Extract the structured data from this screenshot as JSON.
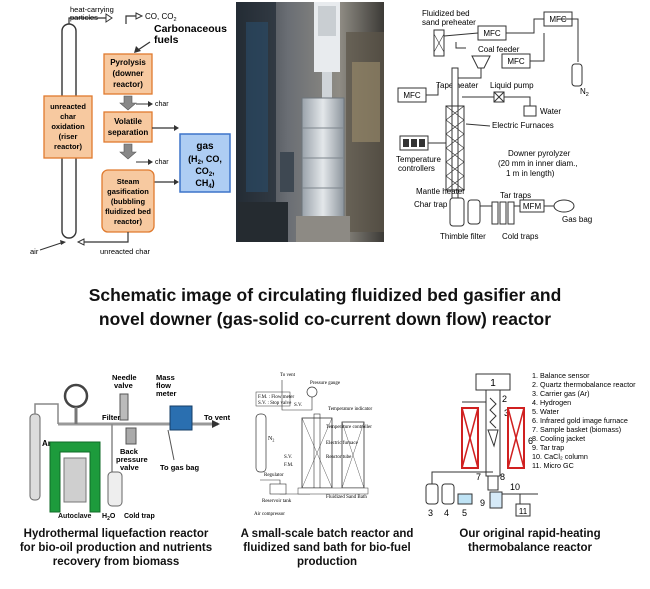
{
  "title": {
    "line1": "Schematic image of circulating fluidized bed gasifier and",
    "line2": "novel downer (gas-solid  co-current down flow) reactor"
  },
  "gasifier": {
    "heat_carrying": "heat-carrying",
    "particles": "particles",
    "co_co2": "CO, CO",
    "co2_sub": "2",
    "carbonaceous": "Carbonaceous",
    "fuels": "fuels",
    "pyrolysis": [
      "Pyrolysis",
      "(downer",
      "reactor)"
    ],
    "char": "char",
    "volatile": [
      "Volatile",
      "separation"
    ],
    "unreacted_box": [
      "unreacted",
      "char",
      "oxidation",
      "(riser",
      "reactor)"
    ],
    "gas": [
      "gas",
      "(H",
      "2",
      ", CO,",
      "CO",
      "2",
      ",",
      "CH",
      "4",
      ")"
    ],
    "steam": [
      "Steam",
      "gasification",
      "(bubbling",
      "fluidized bed",
      "reactor)"
    ],
    "air": "air",
    "unreacted_char": "unreacted char"
  },
  "downer": {
    "preheater": [
      "Fluidized bed",
      "sand preheater"
    ],
    "mfc": "MFC",
    "coal_feeder": "Coal feeder",
    "n2": "N",
    "n2_sub": "2",
    "tape_heater": "Tape heater",
    "liquid_pump": "Liquid pump",
    "water": "Water",
    "electric_furnaces": "Electric Furnaces",
    "temperature": "Temperature",
    "controllers": "controllers",
    "pyrolyzer": [
      "Downer pyrolyzer",
      "(20 mm in inner diam.,",
      "1 m in length)"
    ],
    "mantle_heater": "Mantle heater",
    "char_trap": "Char trap",
    "tar_traps": "Tar traps",
    "mfm": "MFM",
    "gas_bag": "Gas bag",
    "thimble_filter": "Thimble filter",
    "cold_traps": "Cold traps"
  },
  "hydrothermal": {
    "needle_valve": [
      "Needle",
      "valve"
    ],
    "mass_flow_meter": [
      "Mass",
      "flow",
      "meter"
    ],
    "to_vent": "To vent",
    "filter": "Filter",
    "ar": "Ar",
    "back_pressure_valve": [
      "Back",
      "pressure",
      "valve"
    ],
    "to_gas_bag": "To gas bag",
    "autoclave": "Autoclave",
    "h2o": "H",
    "h2o_sub": "2",
    "h2o_end": "O",
    "cold_trap": "Cold trap"
  },
  "batch": {
    "to_vent": "To vent",
    "pressure_gauge": "Pressure gauge",
    "fm": "F.M. : Flow meter",
    "sv": "S.V. : Stop valve",
    "sv_label": "S.V.",
    "fm_label": "F.M.",
    "n2": "N",
    "n2_sub": "2",
    "regulator": "Regulator",
    "temp_indicator": "Temperature indicator",
    "temp_controller": "Temperature controller",
    "electric_furnace": "Electric furnace",
    "reactor_tube": "Reactor tube",
    "reservoir_tank": "Reservoir tank",
    "air_compressor": "Air compressor",
    "fluidized_sand_bath": "Fluidized Sand Bath"
  },
  "thermobalance": {
    "legend": [
      "1. Balance sensor",
      "2. Quartz thermobalance reactor",
      "3. Carrier gas (Ar)",
      "4. Hydrogen",
      "5. Water",
      "6. Infrared gold image furnace",
      "7. Sample basket (biomass)",
      "8. Cooling jacket",
      "9. Tar trap",
      "10. CaCl₂ column",
      "11. Micro GC"
    ],
    "numbers": [
      "1",
      "2",
      "3",
      "4",
      "5",
      "6",
      "7",
      "8",
      "9",
      "10",
      "11"
    ]
  },
  "captions": {
    "left": [
      "Hydrothermal liquefaction reactor",
      "for bio-oil production and nutrients",
      "recovery from biomass"
    ],
    "middle": [
      "A small-scale batch reactor and",
      "fluidized sand bath for bio-fuel",
      "production"
    ],
    "right": [
      "Our original rapid-heating",
      "thermobalance reactor"
    ]
  },
  "colors": {
    "orange_fill": "#f7c9a0",
    "orange_border": "#e07a2e",
    "blue_fill": "#aecdf3",
    "blue_border": "#3d74c9",
    "green_frame": "#1d9b3c",
    "red_furnace": "#d02020"
  }
}
